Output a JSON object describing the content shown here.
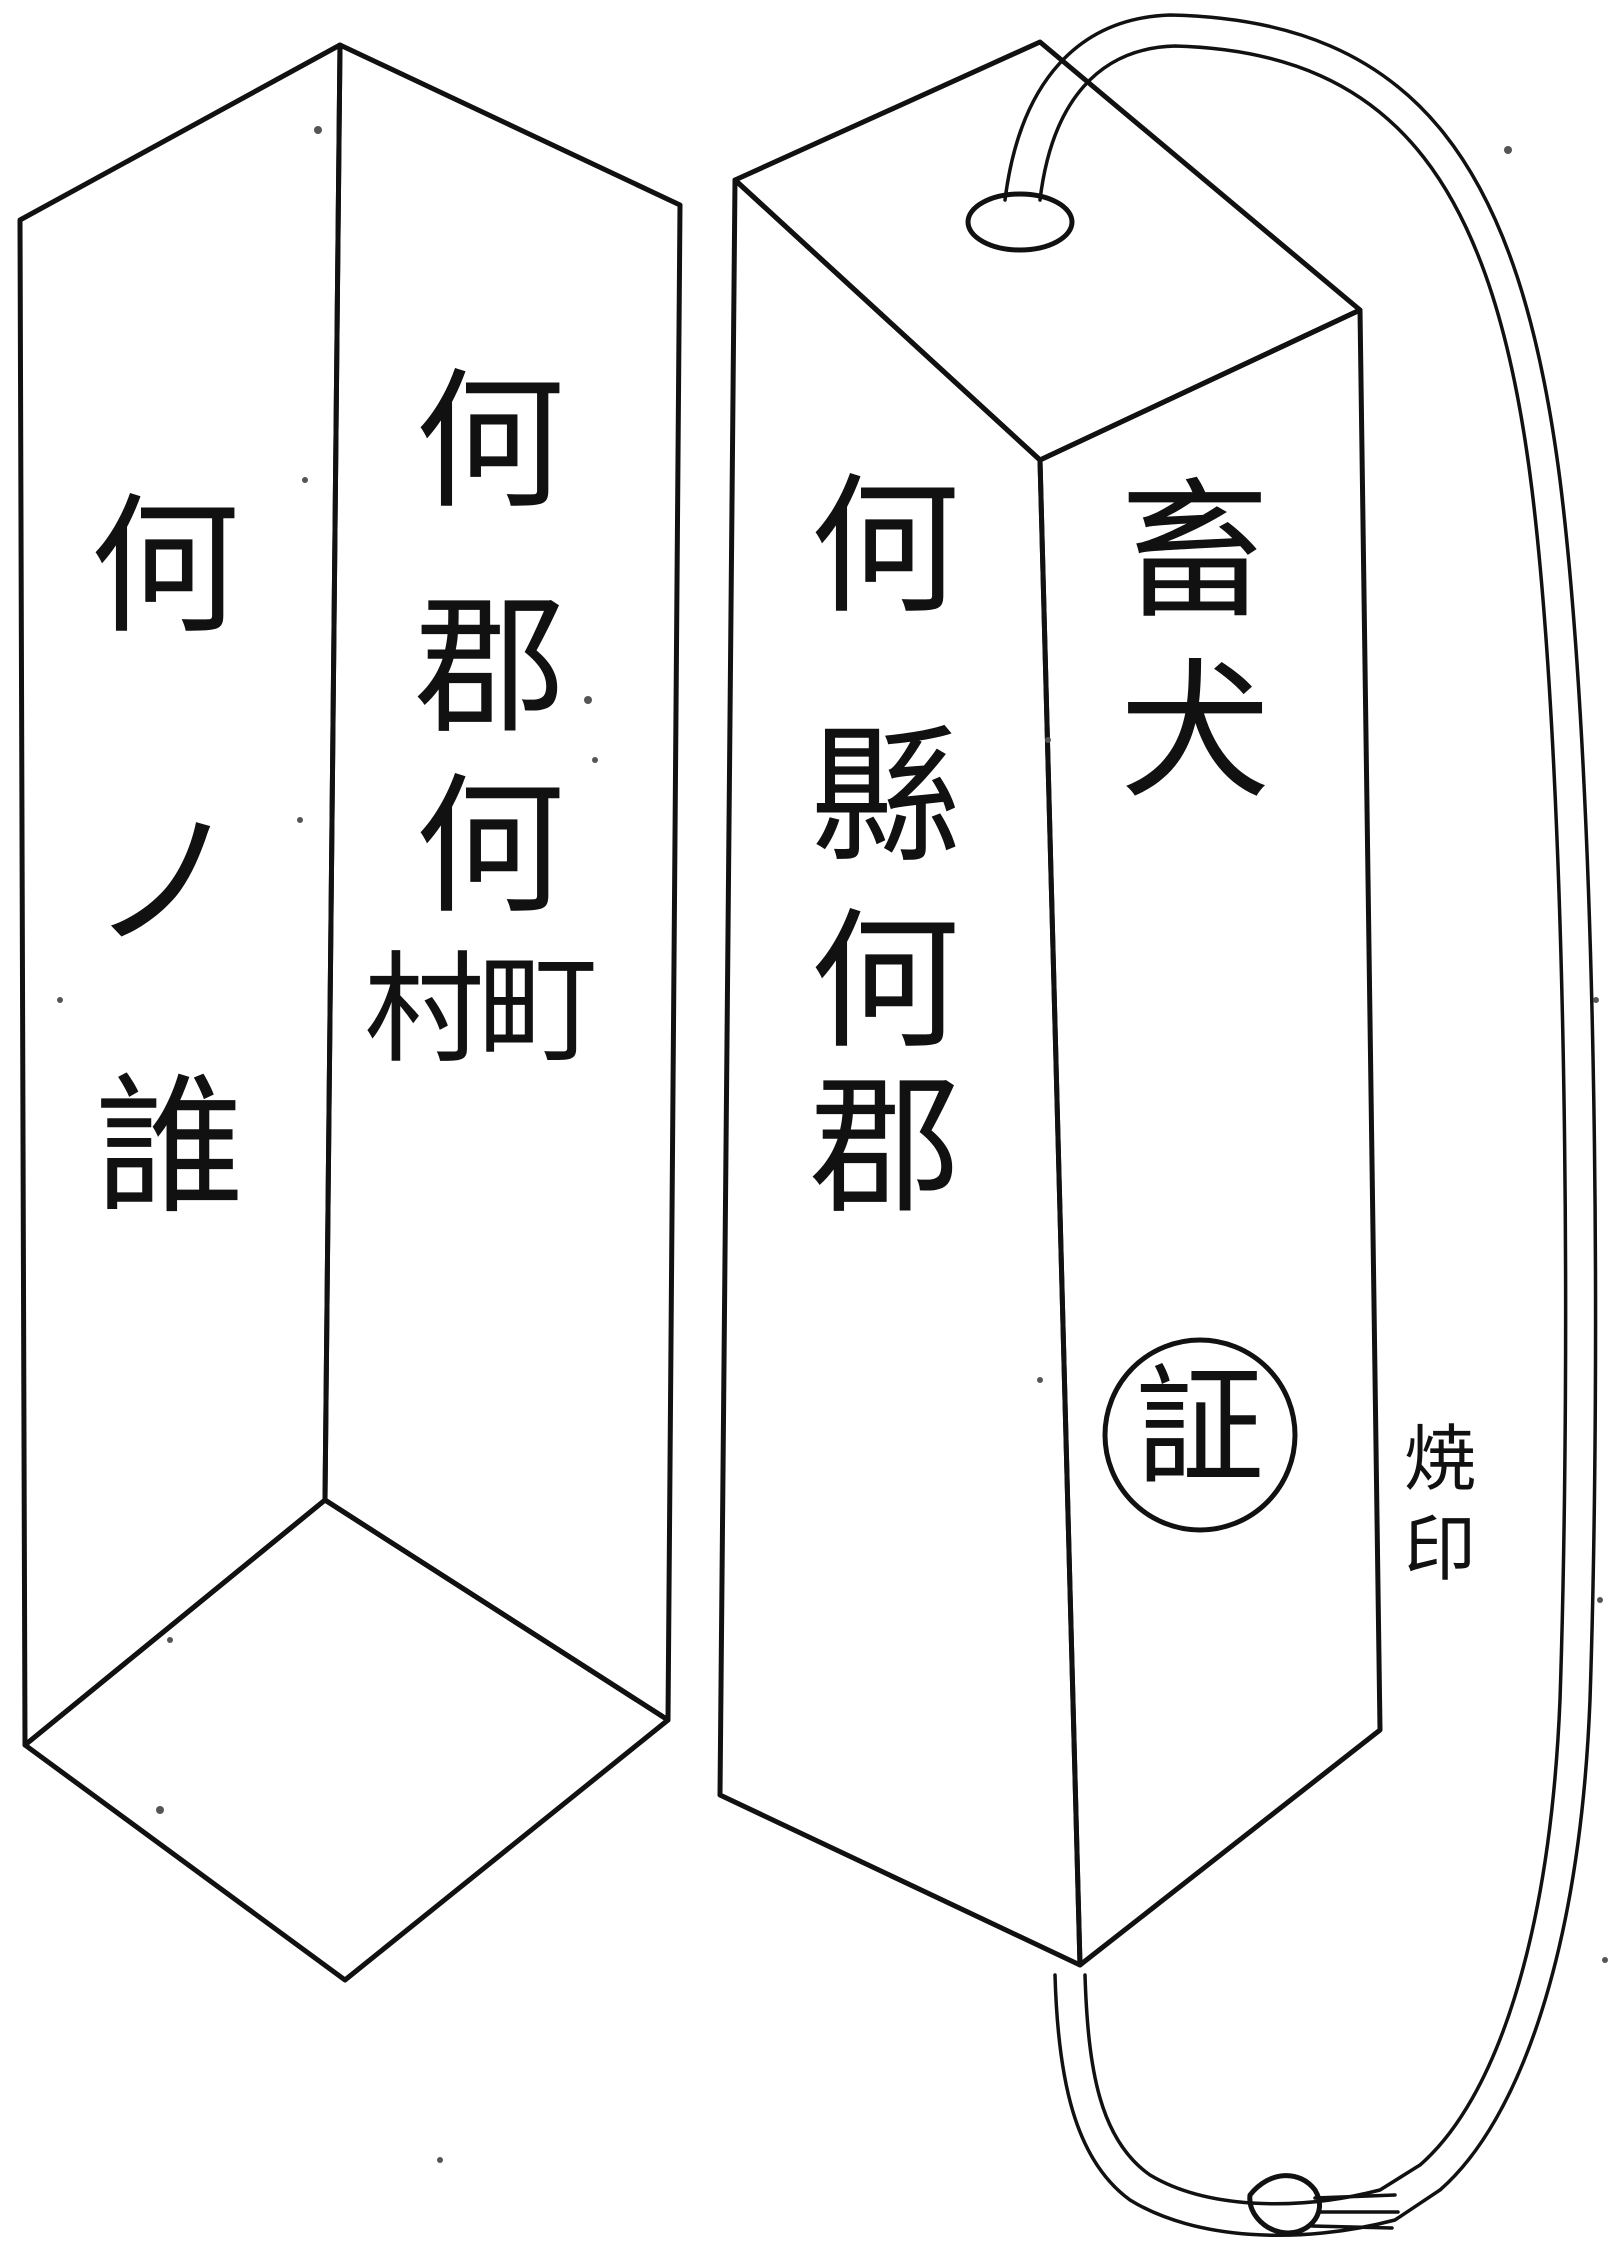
{
  "left_tag": {
    "front_face_text": [
      "何",
      "ノ",
      "誰"
    ],
    "side_face_text": [
      "何",
      "郡",
      "何",
      "村町"
    ]
  },
  "right_tag": {
    "front_face_text": [
      "何",
      "縣",
      "何",
      "郡"
    ],
    "side_face_text": [
      "畜",
      "犬"
    ],
    "stamp_text": "証",
    "stamp_note": [
      "焼",
      "印"
    ]
  }
}
